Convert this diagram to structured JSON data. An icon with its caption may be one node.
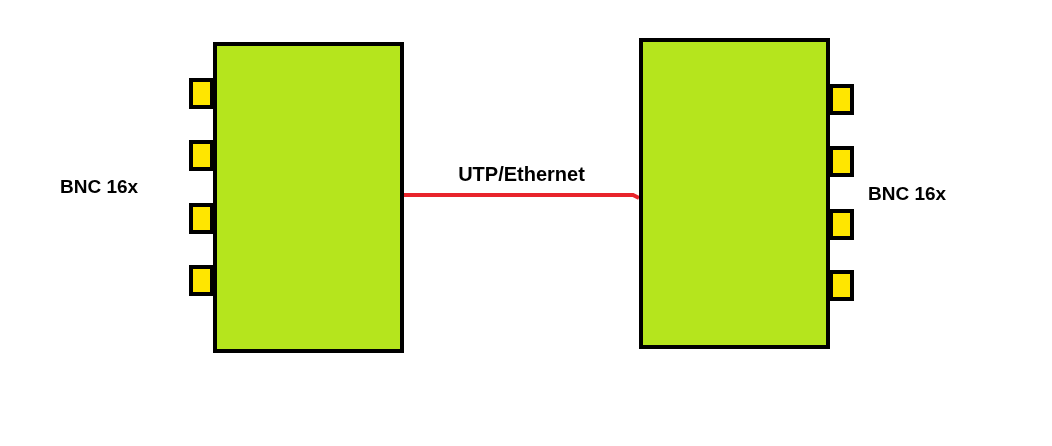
{
  "diagram": {
    "nodes": [
      {
        "text": [],
        "shape": "box",
        "beside": [
          "BNC 16x"
        ]
      },
      {
        "text": [],
        "shape": "box",
        "beside": [
          "BNC 16x"
        ]
      }
    ],
    "edges": [
      {
        "from": 0,
        "to": 1,
        "arrow": "none",
        "label": "UTP/Ethernet",
        "color": "#e8242b"
      }
    ]
  }
}
